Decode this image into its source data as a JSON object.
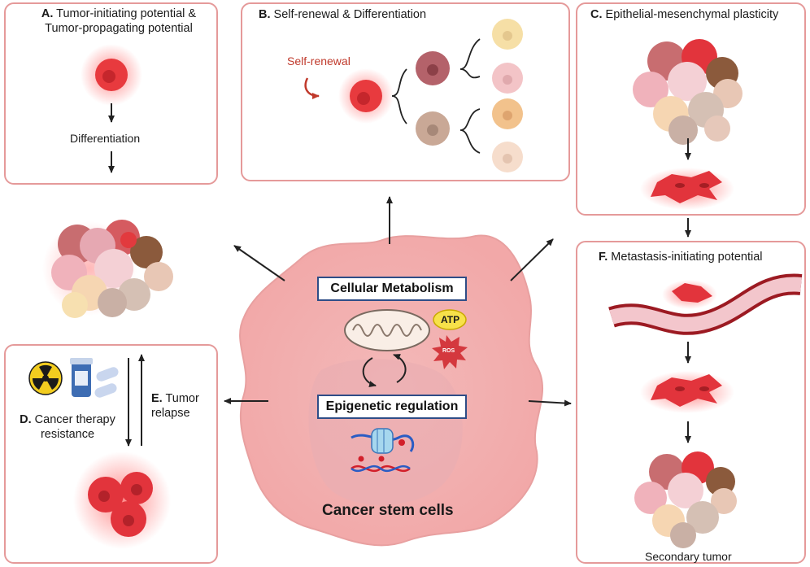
{
  "panels": {
    "a": {
      "letter": "A.",
      "title": " Tumor-initiating potential &",
      "title2": "Tumor-propagating potential",
      "step": "Differentiation"
    },
    "b": {
      "letter": "B.",
      "title": " Self-renewal & Differentiation",
      "self_renewal": "Self-renewal"
    },
    "c": {
      "letter": "C.",
      "title": " Epithelial-mesenchymal plasticity"
    },
    "d": {
      "letter": "D.",
      "title": " Cancer therapy",
      "title2": "resistance"
    },
    "e": {
      "letter": "E.",
      "title": " Tumor",
      "title2": "relapse"
    },
    "f": {
      "letter": "F.",
      "title": " Metastasis-initiating potential",
      "caption": "Secondary tumor"
    }
  },
  "center": {
    "metabolism": "Cellular Metabolism",
    "epigenetic": "Epigenetic regulation",
    "atp": "ATP",
    "ros": "ROS",
    "caption": "Cancer stem cells"
  },
  "colors": {
    "panel_border": "#e59a9a",
    "box_border": "#2e4d87",
    "cell_red": "#e8343c",
    "self_renewal": "#c0392b"
  }
}
